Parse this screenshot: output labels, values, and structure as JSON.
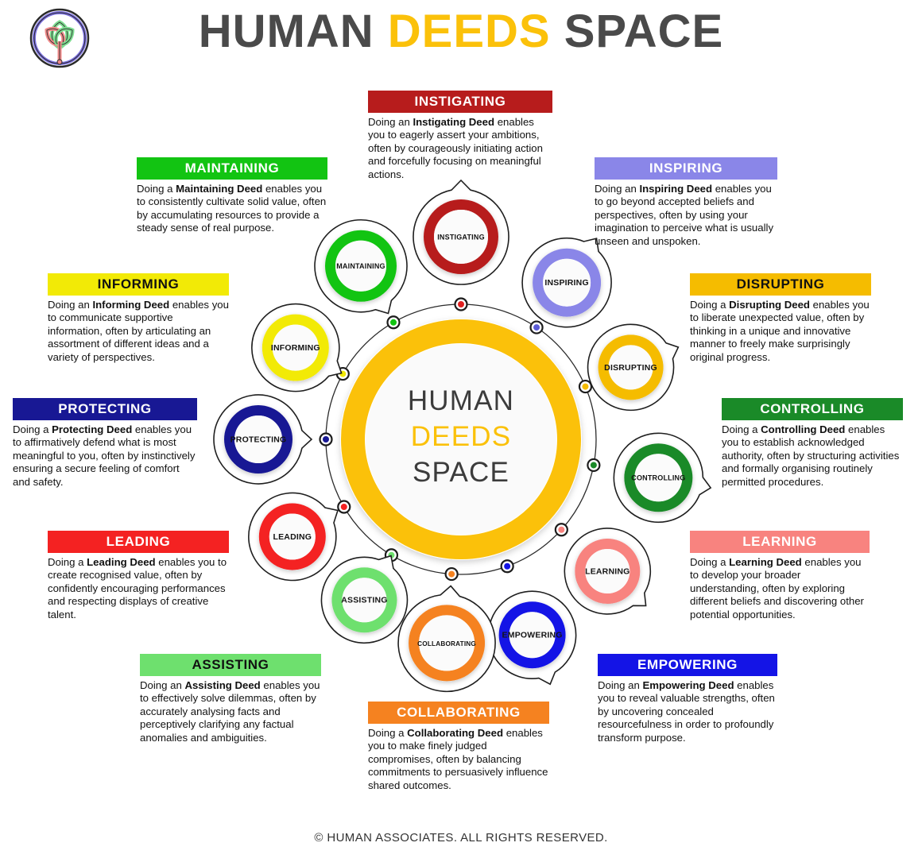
{
  "header": {
    "title_part1": "HUMAN",
    "title_part2": "DEEDS",
    "title_part3": "SPACE",
    "logo_name": "celtic-knot-tree-logo"
  },
  "center": {
    "line1": "HUMAN",
    "line2": "DEEDS",
    "line3": "SPACE",
    "ring_color": "#fbc10a",
    "line1_color": "#3c3c3c",
    "line2_color": "#fbc10a",
    "line3_color": "#3c3c3c"
  },
  "footer": {
    "text": "© HUMAN ASSOCIATES. ALL RIGHTS RESERVED."
  },
  "deeds": [
    {
      "key": "instigating",
      "title": "INSTIGATING",
      "node_label": "INSTIGATING",
      "color": "#b71c1c",
      "dot_color": "#e02020",
      "header_text_color": "#ffffff",
      "body_lead": "Doing an ",
      "body_bold": "Instigating Deed",
      "body_rest": " enables you to eagerly assert your ambitions, often by courageously initiating action and forcefully focusing on meaningful actions."
    },
    {
      "key": "inspiring",
      "title": "INSPIRING",
      "node_label": "INSPIRING",
      "color": "#8a86e8",
      "dot_color": "#5b5bd6",
      "header_text_color": "#ffffff",
      "body_lead": "Doing an ",
      "body_bold": "Inspiring Deed",
      "body_rest": " enables you to go beyond accepted beliefs and perspectives, often by using your imagination to perceive what is usually unseen and unspoken."
    },
    {
      "key": "disrupting",
      "title": "DISRUPTING",
      "node_label": "DISRUPTING",
      "color": "#f5bc00",
      "dot_color": "#f5bc00",
      "header_text_color": "#111111",
      "body_lead": "Doing a ",
      "body_bold": "Disrupting Deed",
      "body_rest": " enables you to liberate unexpected value, often by thinking in a unique and innovative manner to freely make surprisingly original progress."
    },
    {
      "key": "controlling",
      "title": "CONTROLLING",
      "node_label": "CONTROLLING",
      "color": "#1a8a28",
      "dot_color": "#1a8a28",
      "header_text_color": "#ffffff",
      "body_lead": "Doing a ",
      "body_bold": "Controlling Deed",
      "body_rest": " enables you to establish acknowledged authority, often by structuring activities and formally organising routinely permitted procedures."
    },
    {
      "key": "learning",
      "title": "LEARNING",
      "node_label": "LEARNING",
      "color": "#f8837f",
      "dot_color": "#f8837f",
      "header_text_color": "#ffffff",
      "body_lead": "Doing a ",
      "body_bold": "Learning Deed",
      "body_rest": " enables you to develop your broader understanding, often by exploring different beliefs and discovering other potential opportunities."
    },
    {
      "key": "empowering",
      "title": "EMPOWERING",
      "node_label": "EMPOWERING",
      "color": "#1414e6",
      "dot_color": "#1414e6",
      "header_text_color": "#ffffff",
      "body_lead": "Doing an ",
      "body_bold": "Empowering Deed",
      "body_rest": " enables you to reveal valuable strengths, often by uncovering concealed resourcefulness in order to profoundly transform purpose."
    },
    {
      "key": "collaborating",
      "title": "COLLABORATING",
      "node_label": "COLLABORATING",
      "color": "#f58220",
      "dot_color": "#f58220",
      "header_text_color": "#ffffff",
      "body_lead": "Doing a ",
      "body_bold": "Collaborating Deed",
      "body_rest": " enables you to make finely judged compromises, often by balancing commitments to persuasively influence shared outcomes."
    },
    {
      "key": "assisting",
      "title": "ASSISTING",
      "node_label": "ASSISTING",
      "color": "#6ee06e",
      "dot_color": "#6ee06e",
      "header_text_color": "#111111",
      "body_lead": "Doing an ",
      "body_bold": "Assisting Deed",
      "body_rest": " enables you to effectively solve dilemmas, often by accurately analysing facts and perceptively clarifying any factual anomalies and ambiguities."
    },
    {
      "key": "leading",
      "title": "LEADING",
      "node_label": "LEADING",
      "color": "#f42222",
      "dot_color": "#f42222",
      "header_text_color": "#ffffff",
      "body_lead": "Doing a ",
      "body_bold": "Leading Deed",
      "body_rest": " enables you to create recognised value, often by confidently encouraging performances and respecting displays of creative talent."
    },
    {
      "key": "protecting",
      "title": "PROTECTING",
      "node_label": "PROTECTING",
      "color": "#181894",
      "dot_color": "#181894",
      "header_text_color": "#ffffff",
      "body_lead": "Doing a ",
      "body_bold": "Protecting Deed",
      "body_rest": " enables you to affirmatively defend what is most meaningful to you, often by instinctively ensuring a secure feeling of comfort and safety."
    },
    {
      "key": "informing",
      "title": "INFORMING",
      "node_label": "INFORMING",
      "color": "#f2ea06",
      "dot_color": "#f2ea06",
      "header_text_color": "#111111",
      "body_lead": "Doing an ",
      "body_bold": "Informing Deed",
      "body_rest": " enables you to communicate supportive information, often by articulating an assortment of different ideas and a variety of perspectives."
    },
    {
      "key": "maintaining",
      "title": "MAINTAINING",
      "node_label": "MAINTAINING",
      "color": "#12c412",
      "dot_color": "#12c412",
      "header_text_color": "#ffffff",
      "body_lead": "Doing a ",
      "body_bold": "Maintaining Deed",
      "body_rest": " enables you to consistently cultivate solid value, often by accumulating resources to provide a steady sense of real purpose."
    }
  ]
}
